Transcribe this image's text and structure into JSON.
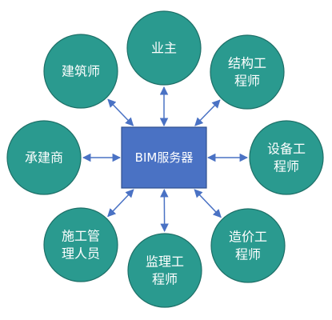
{
  "diagram": {
    "center": {
      "label": "BIM服务器"
    },
    "nodes": [
      {
        "id": "yezhu",
        "lines": [
          "业主"
        ]
      },
      {
        "id": "jiegou",
        "lines": [
          "结构工",
          "程师"
        ]
      },
      {
        "id": "shebei",
        "lines": [
          "设备工",
          "程师"
        ]
      },
      {
        "id": "zaojia",
        "lines": [
          "造价工",
          "程师"
        ]
      },
      {
        "id": "jianli",
        "lines": [
          "监理工",
          "程师"
        ]
      },
      {
        "id": "shigong",
        "lines": [
          "施工管",
          "理人员"
        ]
      },
      {
        "id": "chengjian",
        "lines": [
          "承建商"
        ]
      },
      {
        "id": "jianzhu",
        "lines": [
          "建筑师"
        ]
      }
    ],
    "colors": {
      "node_fill": "#2a9a8f",
      "node_stroke": "#1d6f67",
      "center_fill": "#4a72c4",
      "center_stroke": "#2f4f8f",
      "arrow": "#4a72c4"
    }
  }
}
